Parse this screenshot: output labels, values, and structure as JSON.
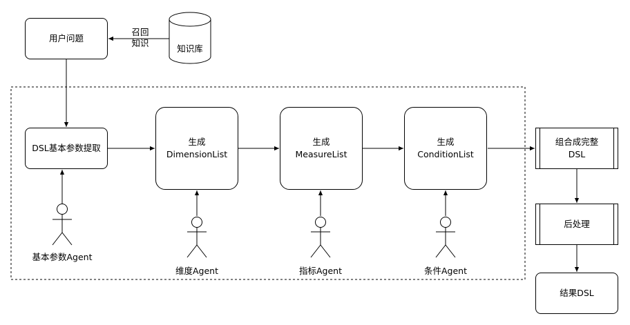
{
  "nodes": {
    "user_question": "用户问题",
    "knowledge_base": "知识库",
    "dsl_extract": "DSL基本参数提取",
    "gen_dimension": [
      "生成",
      "DimensionList"
    ],
    "gen_measure": [
      "生成",
      "MeasureList"
    ],
    "gen_condition": [
      "生成",
      "ConditionList"
    ],
    "compose": [
      "组合成完整",
      "DSL"
    ],
    "post_process": "后处理",
    "result": "结果DSL"
  },
  "edge_labels": {
    "recall": [
      "召回",
      "知识"
    ]
  },
  "agents": {
    "basic": "基本参数Agent",
    "dimension": "维度Agent",
    "metric": "指标Agent",
    "condition": "条件Agent"
  }
}
